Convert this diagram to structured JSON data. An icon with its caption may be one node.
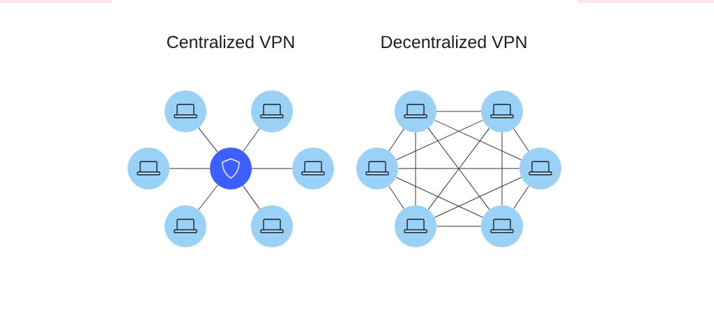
{
  "diagram": {
    "nodes": [
      {
        "text": [],
        "shape": "circle"
      },
      {
        "text": [],
        "shape": "circle"
      },
      {
        "text": [],
        "shape": "circle"
      },
      {
        "text": [],
        "shape": "circle"
      },
      {
        "text": [],
        "shape": "circle"
      },
      {
        "text": [],
        "shape": "circle"
      },
      {
        "text": [],
        "shape": "circle"
      },
      {
        "text": [],
        "shape": "circle"
      },
      {
        "text": [],
        "shape": "circle"
      },
      {
        "text": [],
        "shape": "circle"
      },
      {
        "text": [],
        "shape": "circle"
      },
      {
        "text": [],
        "shape": "circle"
      },
      {
        "text": [],
        "shape": "circle"
      }
    ],
    "edges": [
      {
        "from": 3,
        "to": 0,
        "arrow": "none"
      },
      {
        "from": 3,
        "to": 1,
        "arrow": "none"
      },
      {
        "from": 3,
        "to": 2,
        "arrow": "none"
      },
      {
        "from": 3,
        "to": 4,
        "arrow": "none"
      },
      {
        "from": 3,
        "to": 5,
        "arrow": "none"
      },
      {
        "from": 3,
        "to": 6,
        "arrow": "none"
      },
      {
        "from": 7,
        "to": 8,
        "arrow": "none"
      },
      {
        "from": 7,
        "to": 9,
        "arrow": "none"
      },
      {
        "from": 7,
        "to": 10,
        "arrow": "none"
      },
      {
        "from": 7,
        "to": 11,
        "arrow": "none"
      },
      {
        "from": 7,
        "to": 12,
        "arrow": "none"
      },
      {
        "from": 8,
        "to": 9,
        "arrow": "none"
      },
      {
        "from": 8,
        "to": 10,
        "arrow": "none"
      },
      {
        "from": 8,
        "to": 11,
        "arrow": "none"
      },
      {
        "from": 8,
        "to": 12,
        "arrow": "none"
      },
      {
        "from": 9,
        "to": 10,
        "arrow": "none"
      },
      {
        "from": 9,
        "to": 11,
        "arrow": "none"
      },
      {
        "from": 9,
        "to": 12,
        "arrow": "none"
      },
      {
        "from": 10,
        "to": 11,
        "arrow": "none"
      },
      {
        "from": 10,
        "to": 12,
        "arrow": "none"
      },
      {
        "from": 11,
        "to": 12,
        "arrow": "none"
      }
    ],
    "labels": [
      "Centralized VPN",
      "Decentralized VPN"
    ]
  }
}
